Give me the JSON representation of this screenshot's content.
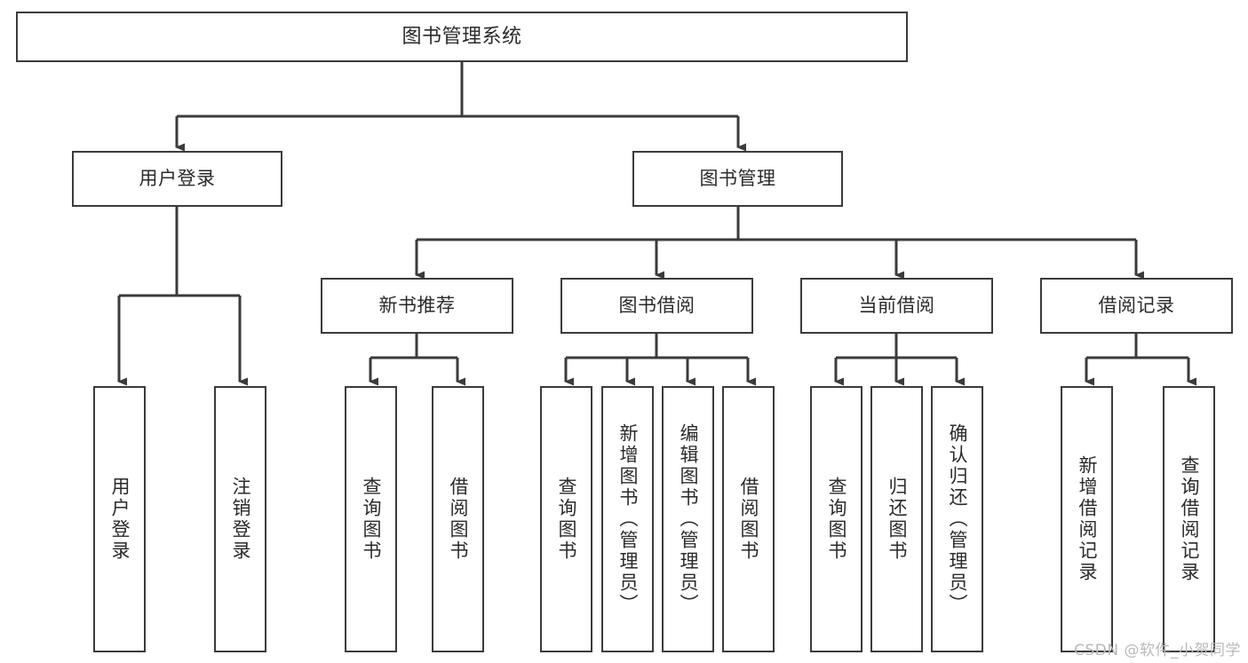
{
  "diagram": {
    "title": "图书管理系统",
    "type": "tree-hierarchy",
    "watermark": "CSDN @软件_小贺同学",
    "colors": {
      "background": "#ffffff",
      "node_border": "#3b3b3b",
      "node_fill": "#ffffff",
      "edge": "#3b3b3b",
      "text": "#2a2a2a",
      "watermark": "#b9b9b9"
    }
  },
  "nodes": {
    "root": {
      "label": "图书管理系统",
      "level": 1
    },
    "level2": [
      {
        "id": "user-login",
        "label": "用户登录",
        "level": 2
      },
      {
        "id": "book-manage",
        "label": "图书管理",
        "level": 2
      }
    ],
    "level3": [
      {
        "id": "new-book-recommend",
        "label": "新书推荐",
        "level": 3,
        "parent": "book-manage"
      },
      {
        "id": "book-borrow",
        "label": "图书借阅",
        "level": 3,
        "parent": "book-manage"
      },
      {
        "id": "current-borrow",
        "label": "当前借阅",
        "level": 3,
        "parent": "book-manage"
      },
      {
        "id": "borrow-record",
        "label": "借阅记录",
        "level": 3,
        "parent": "book-manage"
      }
    ],
    "level4": [
      {
        "id": "leaf-user-login",
        "label": "用户登录",
        "parent": "user-login"
      },
      {
        "id": "leaf-logout",
        "label": "注销登录",
        "parent": "user-login"
      },
      {
        "id": "leaf-query-book-1",
        "label": "查询图书",
        "parent": "new-book-recommend"
      },
      {
        "id": "leaf-borrow-book-1",
        "label": "借阅图书",
        "parent": "new-book-recommend"
      },
      {
        "id": "leaf-query-book-2",
        "label": "查询图书",
        "parent": "book-borrow"
      },
      {
        "id": "leaf-add-book",
        "label": "新增图书（管理员）",
        "parent": "book-borrow"
      },
      {
        "id": "leaf-edit-book",
        "label": "编辑图书（管理员）",
        "parent": "book-borrow"
      },
      {
        "id": "leaf-borrow-book-2",
        "label": "借阅图书",
        "parent": "book-borrow"
      },
      {
        "id": "leaf-query-book-3",
        "label": "查询图书",
        "parent": "current-borrow"
      },
      {
        "id": "leaf-return-book",
        "label": "归还图书",
        "parent": "current-borrow"
      },
      {
        "id": "leaf-confirm-return",
        "label": "确认归还（管理员）",
        "parent": "current-borrow"
      },
      {
        "id": "leaf-add-record",
        "label": "新增借阅记录",
        "parent": "borrow-record"
      },
      {
        "id": "leaf-query-record",
        "label": "查询借阅记录",
        "parent": "borrow-record"
      }
    ]
  },
  "chart_data": {
    "type": "tree",
    "title": "图书管理系统",
    "root": "图书管理系统",
    "edges": [
      [
        "图书管理系统",
        "用户登录"
      ],
      [
        "图书管理系统",
        "图书管理"
      ],
      [
        "用户登录",
        "用户登录"
      ],
      [
        "用户登录",
        "注销登录"
      ],
      [
        "图书管理",
        "新书推荐"
      ],
      [
        "图书管理",
        "图书借阅"
      ],
      [
        "图书管理",
        "当前借阅"
      ],
      [
        "图书管理",
        "借阅记录"
      ],
      [
        "新书推荐",
        "查询图书"
      ],
      [
        "新书推荐",
        "借阅图书"
      ],
      [
        "图书借阅",
        "查询图书"
      ],
      [
        "图书借阅",
        "新增图书（管理员）"
      ],
      [
        "图书借阅",
        "编辑图书（管理员）"
      ],
      [
        "图书借阅",
        "借阅图书"
      ],
      [
        "当前借阅",
        "查询图书"
      ],
      [
        "当前借阅",
        "归还图书"
      ],
      [
        "当前借阅",
        "确认归还（管理员）"
      ],
      [
        "借阅记录",
        "新增借阅记录"
      ],
      [
        "借阅记录",
        "查询借阅记录"
      ]
    ],
    "depth": 4,
    "leaf_count": 13
  }
}
